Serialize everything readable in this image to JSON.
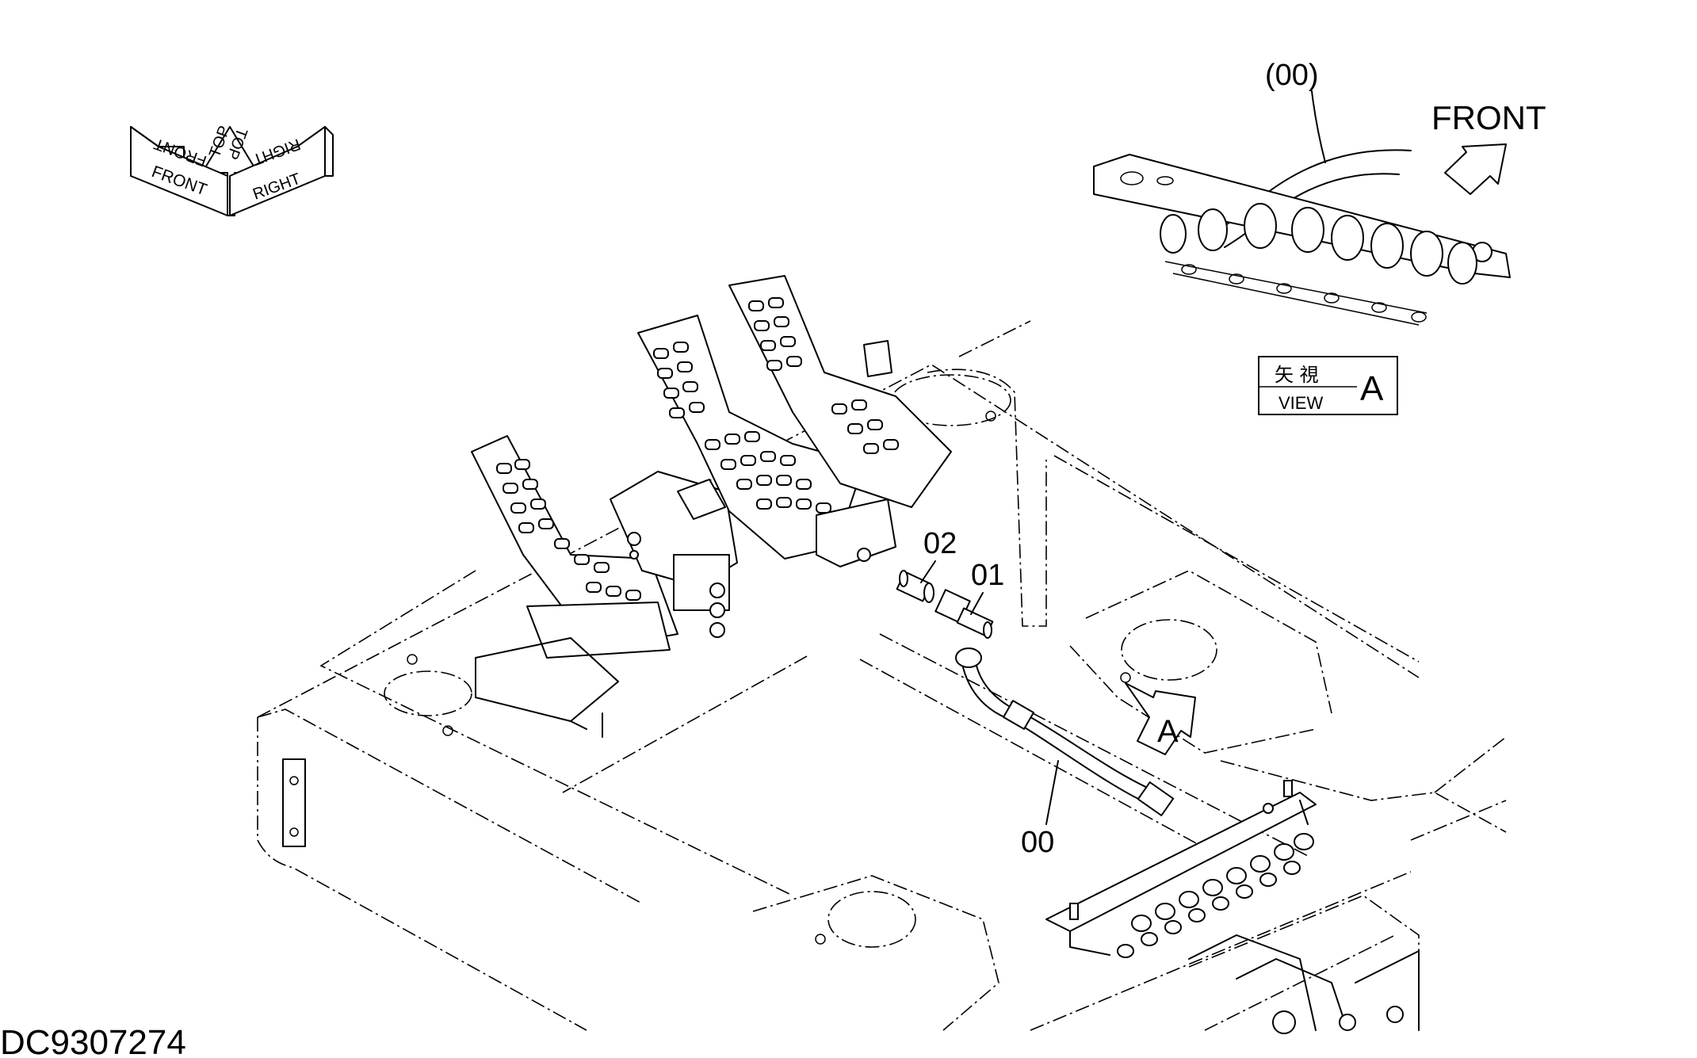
{
  "orientation": {
    "front": "FRONT",
    "top": "TOP",
    "right": "RIGHT"
  },
  "front_label": "FRONT",
  "view_box": {
    "kanji": "矢 視",
    "view": "VIEW",
    "letter": "A"
  },
  "view_arrow_letter": "A",
  "part_callouts": {
    "hose_detail": "(00)",
    "fitting_02": "02",
    "fitting_01": "01",
    "hose_00": "00"
  },
  "drawing_number": "DC9307274"
}
